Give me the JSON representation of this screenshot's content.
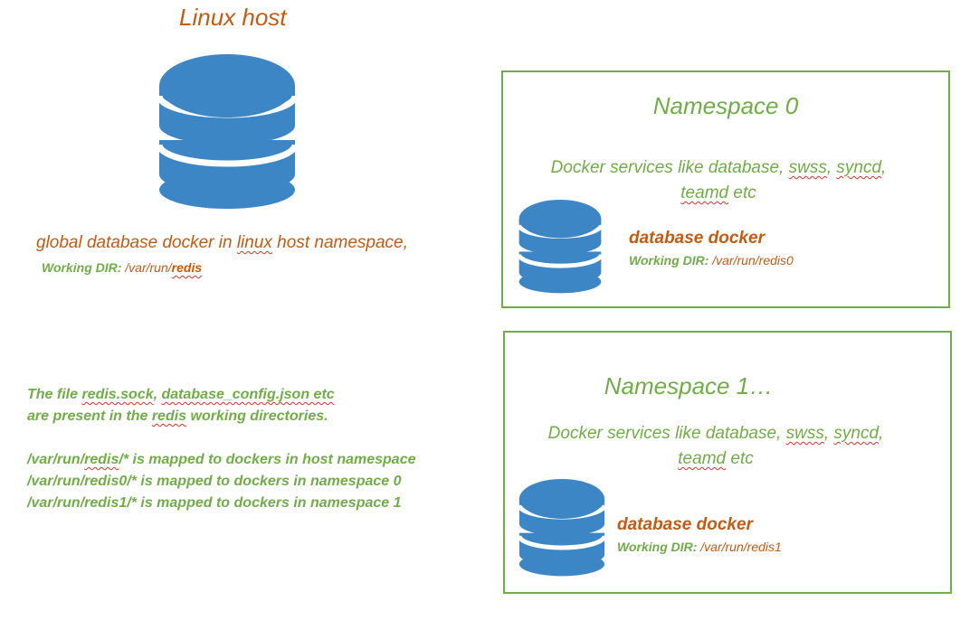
{
  "host": {
    "title": "Linux host",
    "caption": {
      "prefix": "global database docker in ",
      "linux": "linux",
      "suffix": " host namespace,"
    },
    "workdir": {
      "label": "Working DIR:",
      "path_prefix": " /var/run/",
      "path_dir": "redis"
    }
  },
  "namespaces": [
    {
      "title": "Namespace 0",
      "services": {
        "prefix": "Docker services like database, ",
        "swss": "swss",
        "comma1": ", ",
        "syncd": "syncd",
        "comma2": ",",
        "teamd": "teamd",
        "suffix": " etc"
      },
      "docker_label": "database docker",
      "workdir": {
        "label": "Working DIR:",
        "path_prefix": " /var/run/",
        "path_dir": "redis0"
      }
    },
    {
      "title": "Namespace 1…",
      "services": {
        "prefix": "Docker services like database, ",
        "swss": "swss",
        "comma1": ", ",
        "syncd": "syncd",
        "comma2": ",",
        "teamd": "teamd",
        "suffix": " etc"
      },
      "docker_label": "database docker",
      "workdir": {
        "label": "Working DIR:",
        "path_prefix": " /var/run/",
        "path_dir": "redis1"
      }
    }
  ],
  "notes": {
    "line1": {
      "prefix": "The file ",
      "sock": "redis.sock",
      "comma": ", ",
      "config": "database_config.json etc"
    },
    "line2": {
      "prefix": "are present in the ",
      "redis": "redis",
      "suffix": " working directories."
    },
    "map1": {
      "prefix": "/var/run/",
      "redis": "redis",
      "suffix": "/* is mapped to dockers in host namespace"
    },
    "map2": "/var/run/redis0/* is mapped to dockers in namespace 0",
    "map3": "/var/run/redis1/* is mapped to dockers in namespace 1"
  },
  "colors": {
    "orange": "#c55a11",
    "green": "#70ad47",
    "db_blue": "#3d86c6"
  },
  "icons": [
    "database-icon"
  ]
}
